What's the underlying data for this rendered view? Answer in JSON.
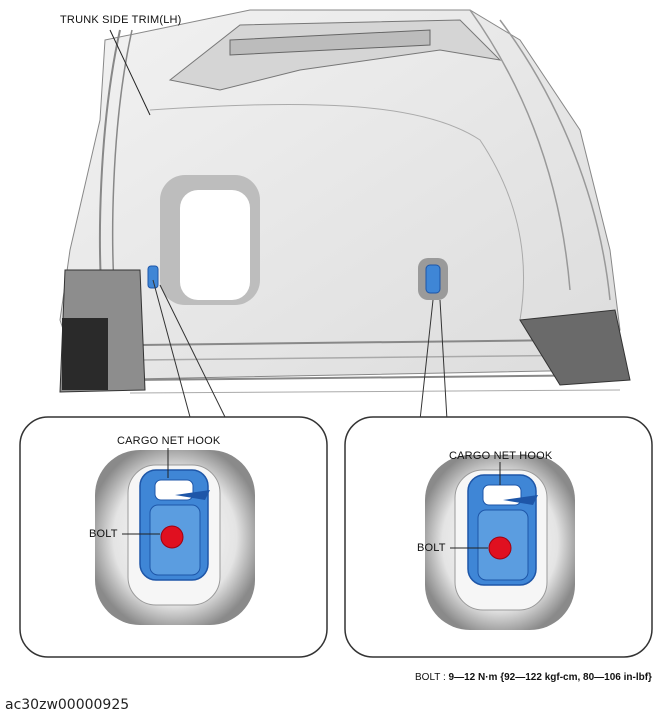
{
  "labels": {
    "trim": "TRUNK SIDE TRIM(LH)",
    "hook_left": "CARGO NET HOOK",
    "bolt_left": "BOLT",
    "hook_right": "CARGO NET HOOK",
    "bolt_right": "BOLT"
  },
  "torque": {
    "prefix": "BOLT : ",
    "value": "9—12 N·m {92—122 kgf-cm, 80—106 in-lbf}"
  },
  "figure_code": "ac30zw00000925",
  "colors": {
    "hook_blue": "#3f86d6",
    "hook_dark": "#1e56a8",
    "bolt_red": "#e01020",
    "shade": "#c8c8c8"
  }
}
